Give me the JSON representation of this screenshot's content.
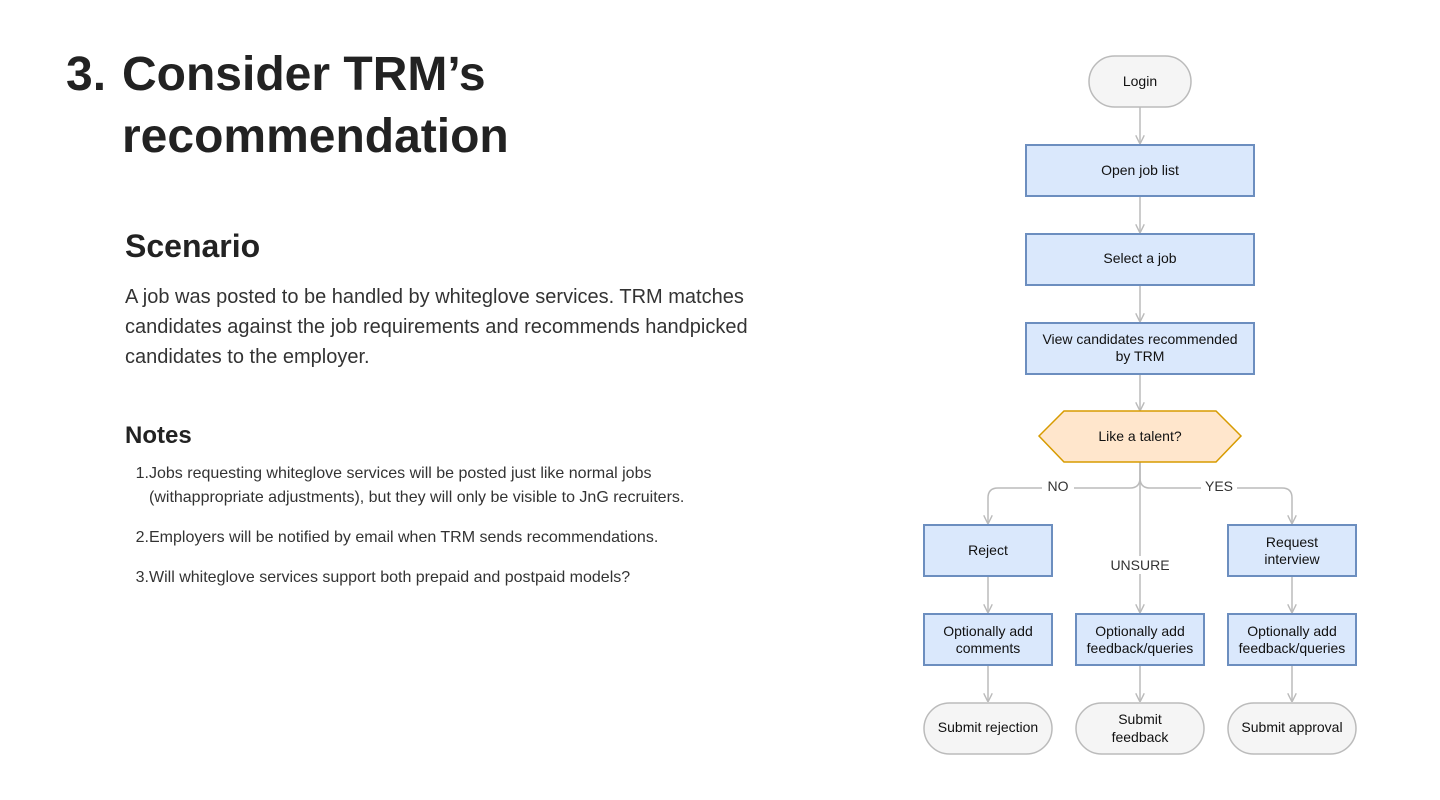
{
  "title": {
    "number": "3.",
    "text": "Consider TRM’s recommendation"
  },
  "scenario": {
    "heading": "Scenario",
    "body": "A job was posted to be handled by whiteglove services. TRM matches candidates against the job requirements and recommends handpicked candidates to the employer."
  },
  "notes": {
    "heading": "Notes",
    "items": [
      {
        "num": "1.",
        "text": "Jobs requesting whiteglove services will be posted just like normal jobs (withappropriate adjustments), but they will only be visible to JnG recruiters."
      },
      {
        "num": "2.",
        "text": "Employers will be notified by email when TRM sends recommendations."
      },
      {
        "num": "3.",
        "text": "Will whiteglove services support both prepaid and postpaid models?"
      }
    ]
  },
  "flowchart": {
    "colors": {
      "process_fill": "#dae8fc",
      "process_stroke": "#6c8ebf",
      "terminal_fill": "#f5f5f5",
      "terminal_stroke": "#bbbbbb",
      "decision_fill": "#ffe6cc",
      "decision_stroke": "#d79b00",
      "edge": "#bbbbbb"
    },
    "nodes": {
      "login": "Login",
      "open_job_list": "Open job list",
      "select_job": "Select a job",
      "view_candidates": [
        "View candidates recommended",
        "by TRM"
      ],
      "decision": "Like a talent?",
      "reject": "Reject",
      "request_interview": [
        "Request",
        "interview"
      ],
      "add_comments": [
        "Optionally add",
        "comments"
      ],
      "add_feedback_unsure": [
        "Optionally add",
        "feedback/queries"
      ],
      "add_feedback_yes": [
        "Optionally add",
        "feedback/queries"
      ],
      "submit_rejection": "Submit rejection",
      "submit_feedback": [
        "Submit",
        "feedback"
      ],
      "submit_approval": "Submit approval"
    },
    "edge_labels": {
      "no": "NO",
      "unsure": "UNSURE",
      "yes": "YES"
    }
  }
}
